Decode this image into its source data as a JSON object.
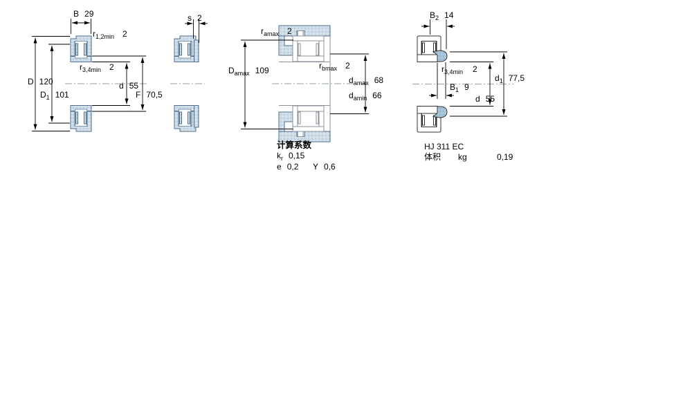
{
  "drawing": {
    "dim_labels": {
      "v1_B": {
        "sym": "B",
        "val": "29"
      },
      "v1_r12": {
        "sym": "r",
        "sub": "1,2min",
        "val": "2"
      },
      "v1_r34": {
        "sym": "r",
        "sub": "3,4min",
        "val": "2"
      },
      "v1_D": {
        "sym": "D",
        "val": "120"
      },
      "v1_D1": {
        "sym": "D",
        "sub": "1",
        "val": "101"
      },
      "v1_d": {
        "sym": "d",
        "val": "55"
      },
      "v1_F": {
        "sym": "F",
        "val": "70,5"
      },
      "v2_s": {
        "sym": "s",
        "val": "2"
      },
      "v3_ramax": {
        "sym": "r",
        "sub": "amax",
        "val": "2"
      },
      "v3_Damax": {
        "sym": "D",
        "sub": "amax",
        "val": "109"
      },
      "v3_rbmax": {
        "sym": "r",
        "sub": "bmax",
        "val": "2"
      },
      "v3_damax": {
        "sym": "d",
        "sub": "amax",
        "val": "68"
      },
      "v3_damin": {
        "sym": "d",
        "sub": "amin",
        "val": "66"
      },
      "v4_B2": {
        "sym": "B",
        "sub": "2",
        "val": "14"
      },
      "v4_r34": {
        "sym": "r",
        "sub": "3,4min",
        "val": "2"
      },
      "v4_B1": {
        "sym": "B",
        "sub": "1",
        "val": "9"
      },
      "v4_d": {
        "sym": "d",
        "val": "55"
      },
      "v4_d1": {
        "sym": "d",
        "sub": "1",
        "val": "77,5"
      }
    },
    "calc_factors": {
      "title": "计算系数",
      "kr_sym": "k",
      "kr_sub": "r",
      "kr_val": "0,15",
      "e_sym": "e",
      "e_val": "0,2",
      "y_sym": "Y",
      "y_val": "0,6"
    },
    "product": {
      "designation": "HJ 311 EC",
      "mass_sym": "体积",
      "mass_unit": "kg",
      "mass_val": "0,19"
    },
    "colors": {
      "ring_fill": "#cfdde9",
      "ring_stroke": "#4f6e8e",
      "hj_ring_fill": "#a4c2d8",
      "outline_dark": "#333333",
      "outline_gray": "#8a9098",
      "dimension": "#000000",
      "centerline": "#8fa3a8"
    }
  }
}
